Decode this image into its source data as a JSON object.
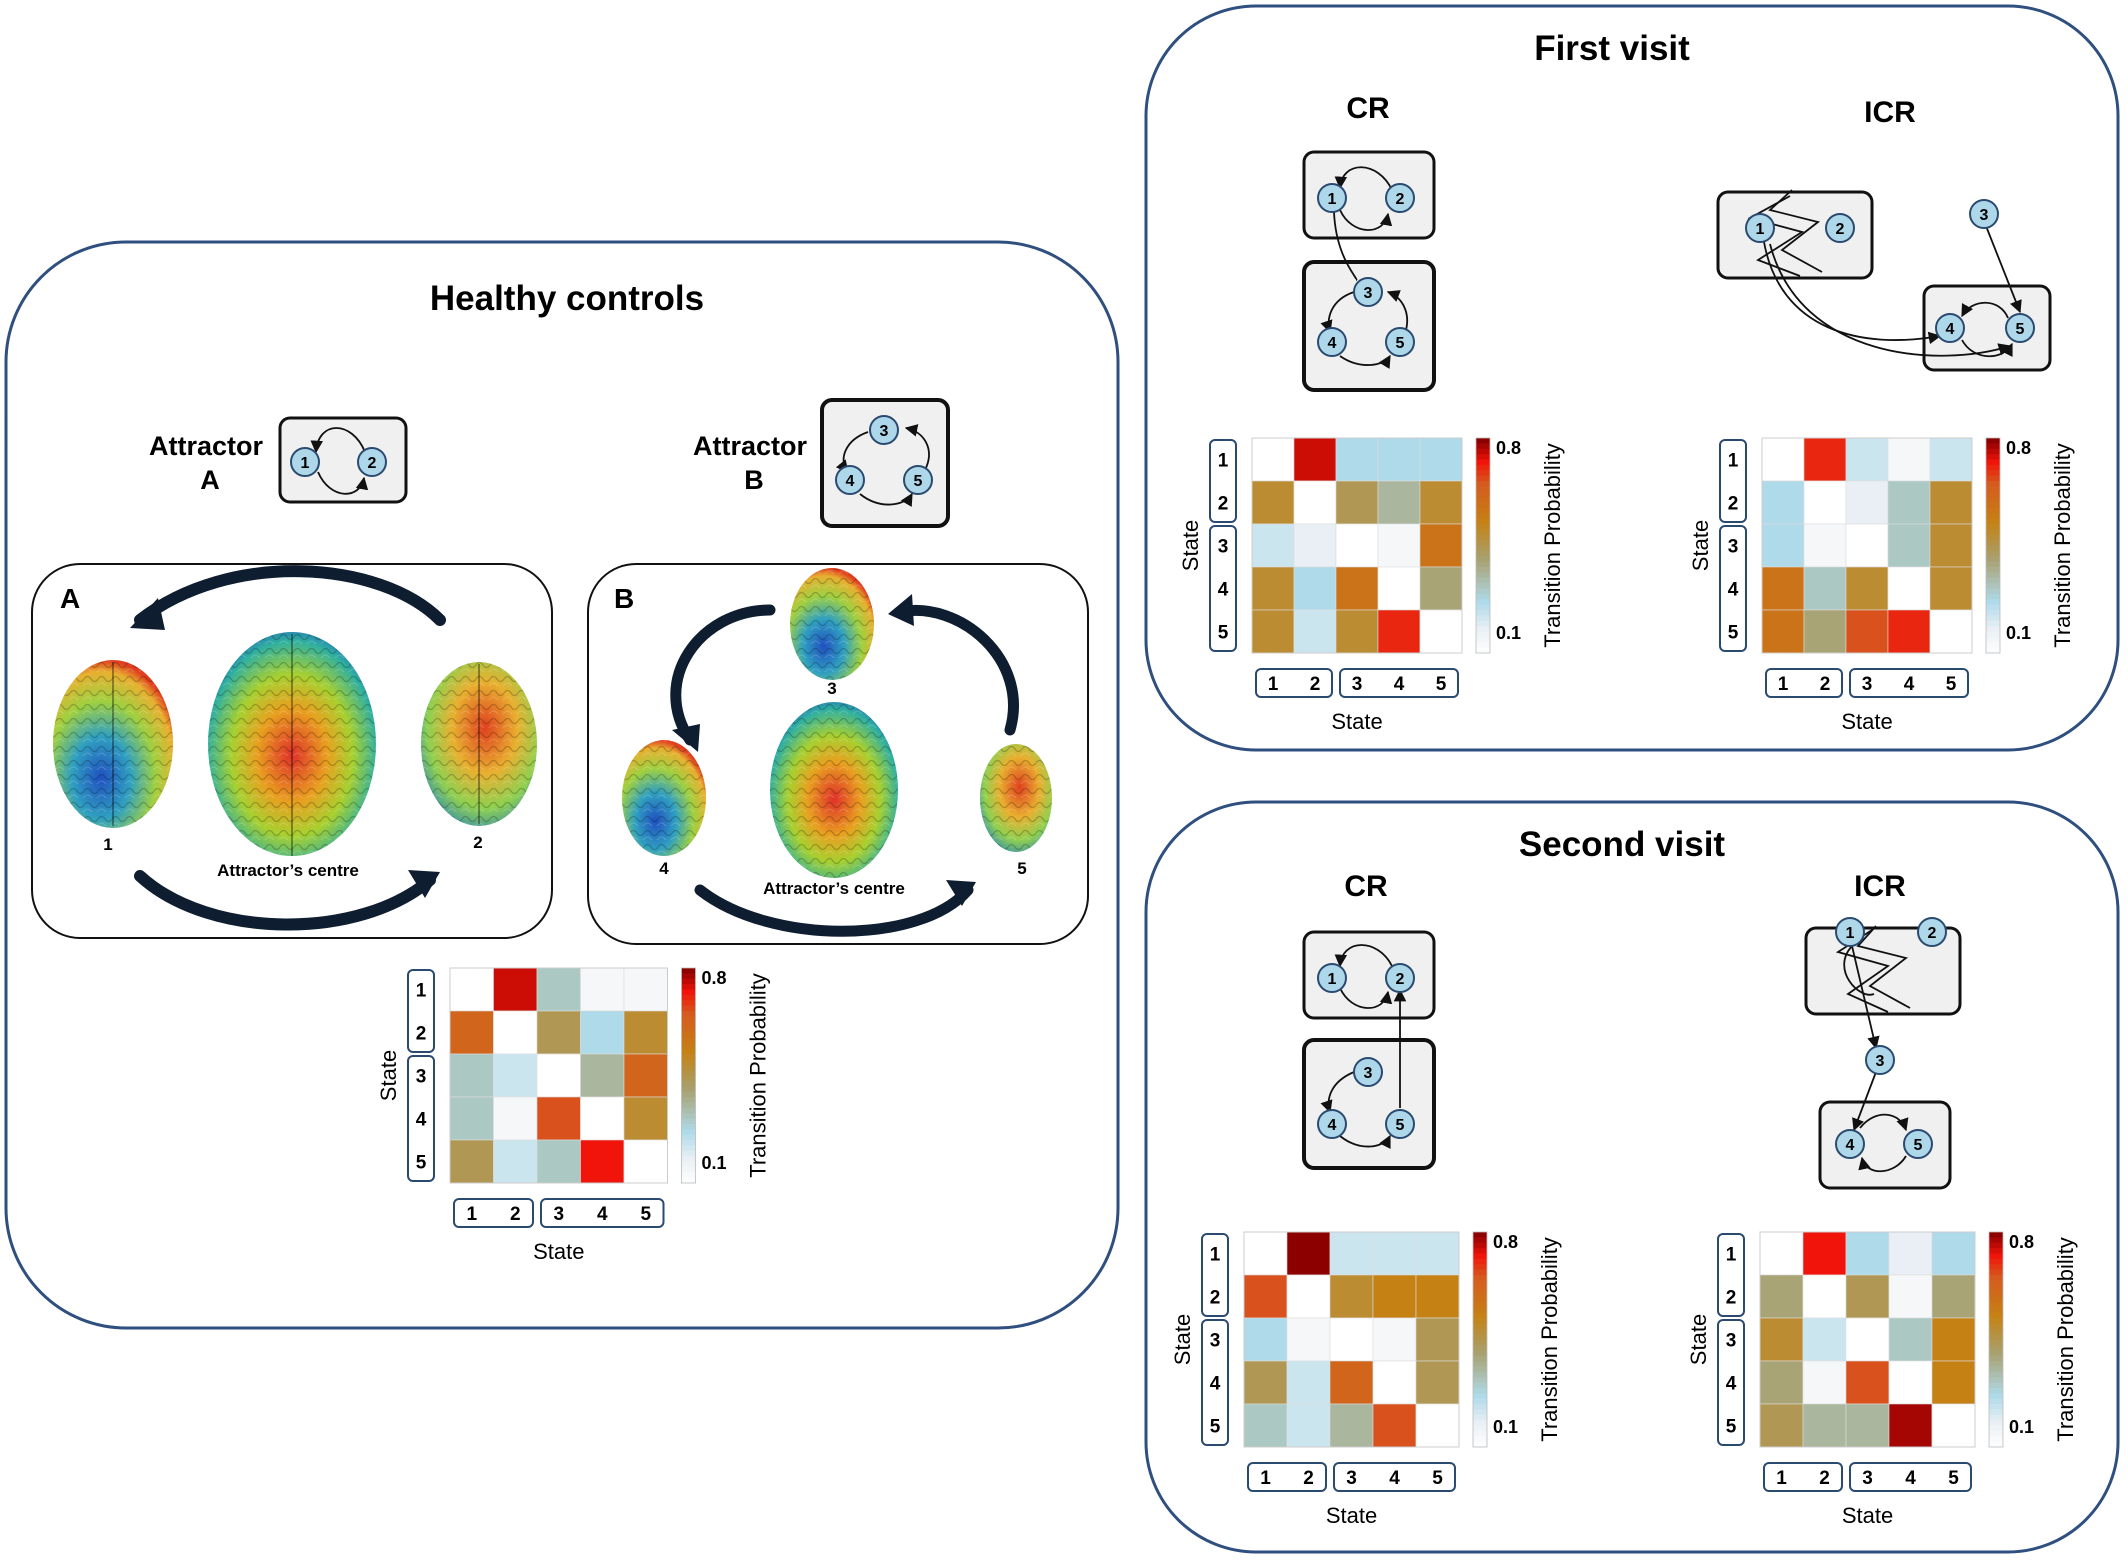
{
  "panels": {
    "healthy": {
      "title": "Healthy controls",
      "attractor_a_label": [
        "Attractor",
        "A"
      ],
      "attractor_b_label": [
        "Attractor",
        "B"
      ],
      "panel_a_letter": "A",
      "panel_b_letter": "B",
      "centre_label": "Attractor’s centre",
      "brain_labels_a": [
        "1",
        "2"
      ],
      "brain_labels_b": [
        "3",
        "4",
        "5"
      ]
    },
    "first_visit": {
      "title": "First visit",
      "cr": "CR",
      "icr": "ICR"
    },
    "second_visit": {
      "title": "Second visit",
      "cr": "CR",
      "icr": "ICR"
    }
  },
  "matrix_common": {
    "state_label": "State",
    "colorbar_label": "Transition Probability",
    "colorbar_max": "0.8",
    "colorbar_min": "0.1",
    "state_numbers": [
      "1",
      "2",
      "3",
      "4",
      "5"
    ]
  },
  "colors": {
    "panel_border": "#2f4f7f",
    "node_fill": "#aed8ea",
    "box_fill": "#f0f0f0"
  },
  "chart_data": [
    {
      "type": "heatmap",
      "name": "healthy",
      "xlabel": "State",
      "ylabel": "State",
      "colorbar_label": "Transition Probability",
      "clim": [
        0.1,
        0.8
      ],
      "values": [
        [
          0.0,
          0.75,
          0.25,
          0.05,
          0.05
        ],
        [
          0.6,
          0.0,
          0.4,
          0.2,
          0.45
        ],
        [
          0.25,
          0.15,
          0.0,
          0.3,
          0.6
        ],
        [
          0.25,
          0.05,
          0.65,
          0.0,
          0.45
        ],
        [
          0.4,
          0.15,
          0.25,
          0.72,
          0.0
        ]
      ]
    },
    {
      "type": "heatmap",
      "name": "first_visit_cr",
      "xlabel": "State",
      "ylabel": "State",
      "colorbar_label": "Transition Probability",
      "clim": [
        0.1,
        0.8
      ],
      "values": [
        [
          0.0,
          0.75,
          0.2,
          0.2,
          0.2
        ],
        [
          0.45,
          0.0,
          0.4,
          0.3,
          0.45
        ],
        [
          0.15,
          0.1,
          0.0,
          0.05,
          0.55
        ],
        [
          0.45,
          0.2,
          0.55,
          0.0,
          0.35
        ],
        [
          0.45,
          0.15,
          0.45,
          0.7,
          0.0
        ]
      ]
    },
    {
      "type": "heatmap",
      "name": "first_visit_icr",
      "xlabel": "State",
      "ylabel": "State",
      "colorbar_label": "Transition Probability",
      "clim": [
        0.1,
        0.8
      ],
      "values": [
        [
          0.0,
          0.7,
          0.15,
          0.05,
          0.15
        ],
        [
          0.2,
          0.0,
          0.1,
          0.25,
          0.45
        ],
        [
          0.2,
          0.05,
          0.0,
          0.25,
          0.45
        ],
        [
          0.55,
          0.25,
          0.45,
          0.0,
          0.45
        ],
        [
          0.55,
          0.35,
          0.65,
          0.7,
          0.0
        ]
      ]
    },
    {
      "type": "heatmap",
      "name": "second_visit_cr",
      "xlabel": "State",
      "ylabel": "State",
      "colorbar_label": "Transition Probability",
      "clim": [
        0.1,
        0.8
      ],
      "values": [
        [
          0.0,
          0.8,
          0.15,
          0.15,
          0.15
        ],
        [
          0.65,
          0.0,
          0.45,
          0.5,
          0.5
        ],
        [
          0.2,
          0.05,
          0.0,
          0.05,
          0.4
        ],
        [
          0.4,
          0.15,
          0.6,
          0.0,
          0.4
        ],
        [
          0.25,
          0.15,
          0.3,
          0.65,
          0.0
        ]
      ]
    },
    {
      "type": "heatmap",
      "name": "second_visit_icr",
      "xlabel": "State",
      "ylabel": "State",
      "colorbar_label": "Transition Probability",
      "clim": [
        0.1,
        0.8
      ],
      "values": [
        [
          0.0,
          0.72,
          0.2,
          0.1,
          0.2
        ],
        [
          0.35,
          0.0,
          0.4,
          0.05,
          0.35
        ],
        [
          0.45,
          0.15,
          0.0,
          0.25,
          0.5
        ],
        [
          0.35,
          0.05,
          0.65,
          0.0,
          0.5
        ],
        [
          0.4,
          0.3,
          0.3,
          0.78,
          0.0
        ]
      ]
    }
  ]
}
